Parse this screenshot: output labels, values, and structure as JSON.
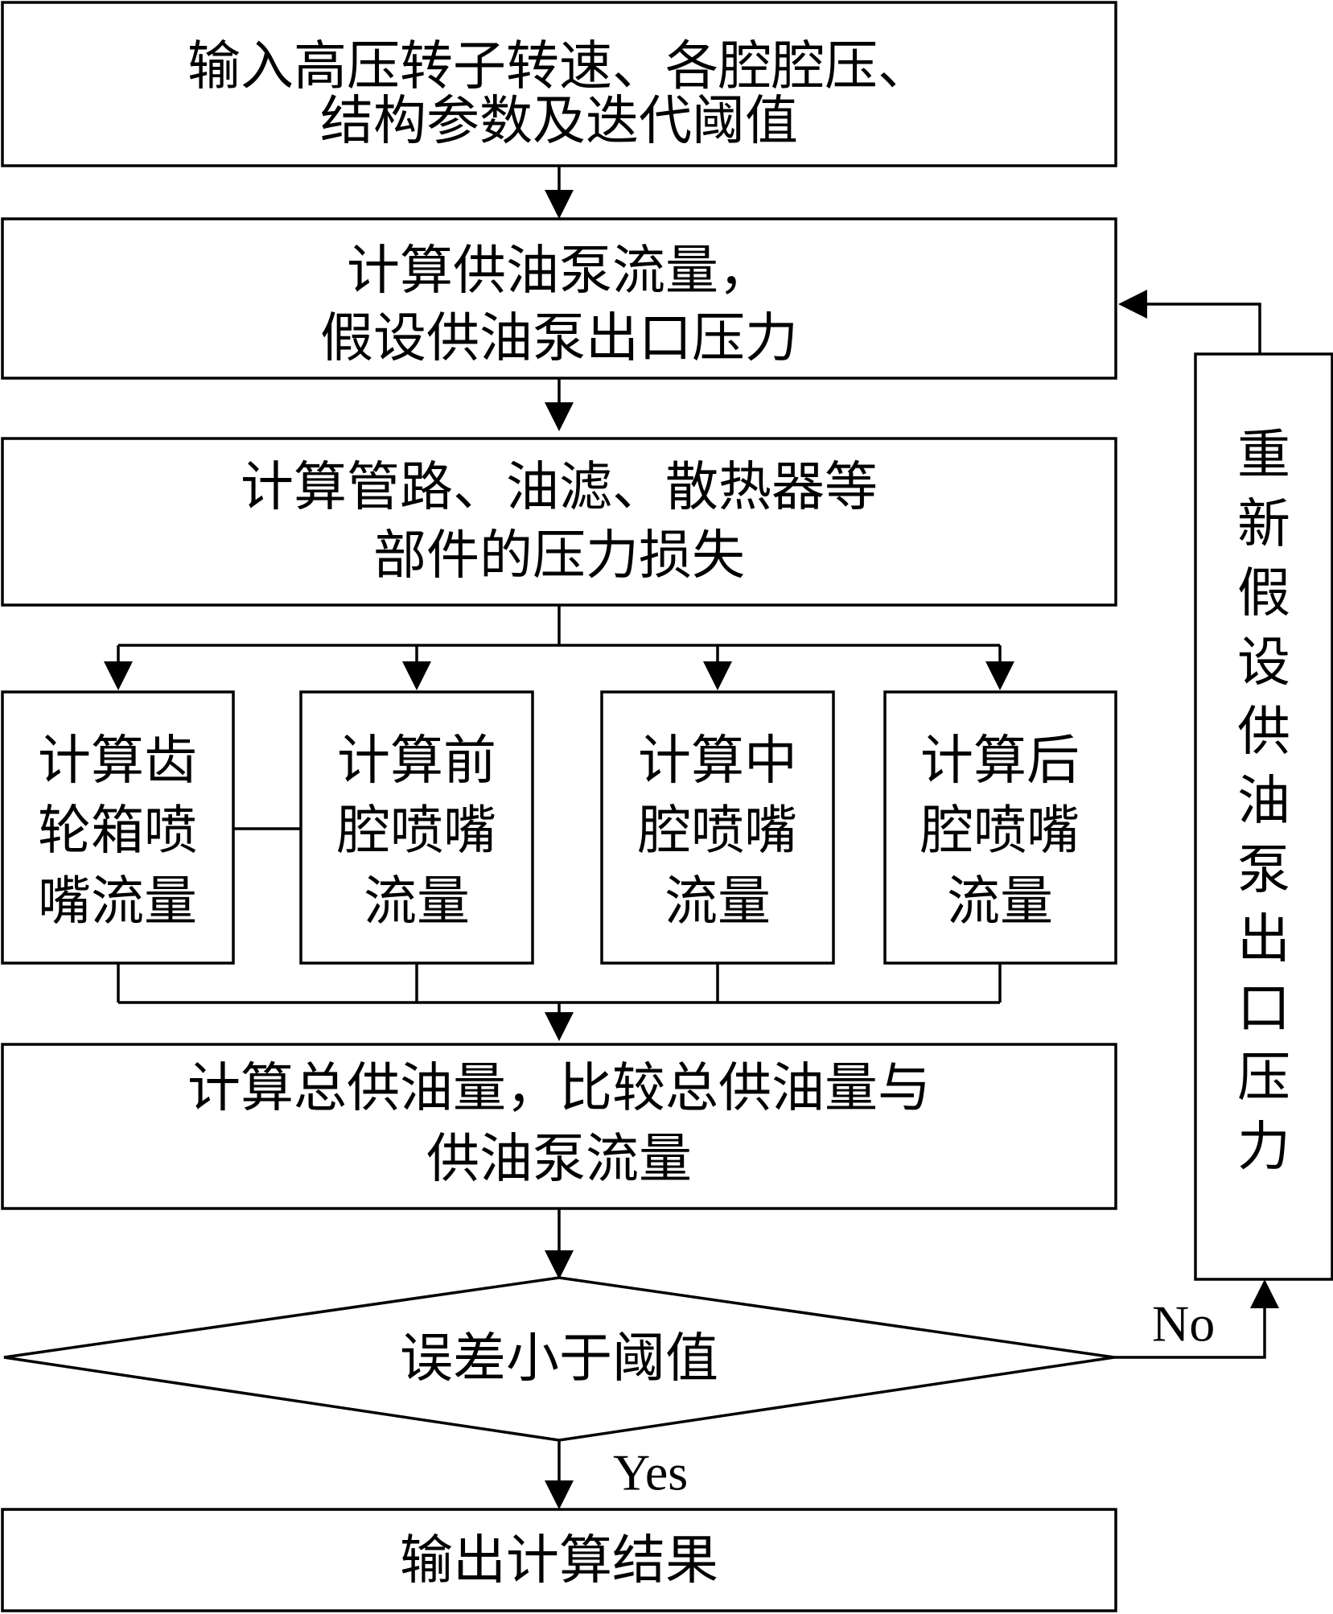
{
  "flowchart": {
    "input_box": {
      "line1": "输入高压转子转速、各腔腔压、",
      "line2": "结构参数及迭代阈值"
    },
    "pump_box": {
      "line1": "计算供油泵流量，",
      "line2": "假设供油泵出口压力"
    },
    "loss_box": {
      "line1": "计算管路、油滤、散热器等",
      "line2": "部件的压力损失"
    },
    "nozzle_boxes": [
      {
        "line1": "计算齿",
        "line2": "轮箱喷",
        "line3": "嘴流量"
      },
      {
        "line1": "计算前",
        "line2": "腔喷嘴",
        "line3": "流量"
      },
      {
        "line1": "计算中",
        "line2": "腔喷嘴",
        "line3": "流量"
      },
      {
        "line1": "计算后",
        "line2": "腔喷嘴",
        "line3": "流量"
      }
    ],
    "total_box": {
      "line1": "计算总供油量，比较总供油量与",
      "line2": "供油泵流量"
    },
    "decision": "误差小于阈值",
    "yes_label": "Yes",
    "no_label": "No",
    "output_box": "输出计算结果",
    "reassume_box": [
      "重",
      "新",
      "假",
      "设",
      "供",
      "油",
      "泵",
      "出",
      "口",
      "压",
      "力"
    ]
  }
}
